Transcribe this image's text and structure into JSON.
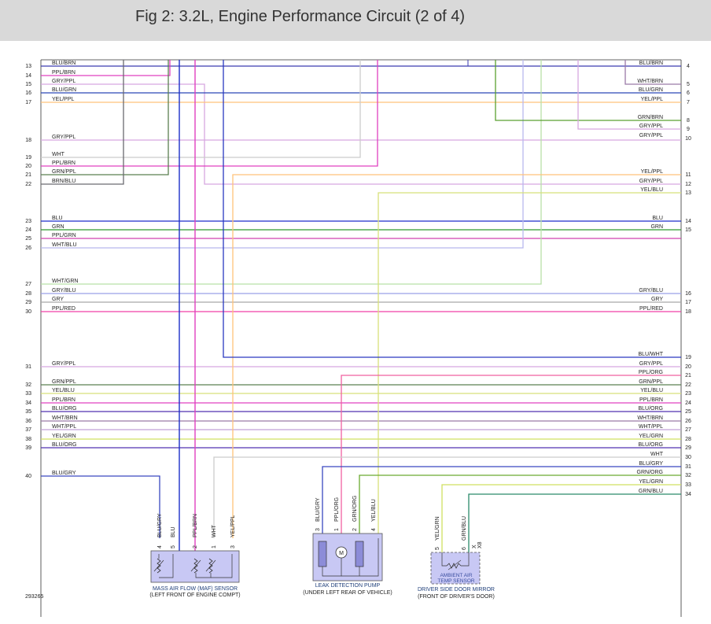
{
  "title": "Fig 2: 3.2L, Engine Performance Circuit (2 of 4)",
  "figure_id": "293265",
  "colors": {
    "BLU": "#1c2fc9",
    "GRN": "#2e9a2e",
    "YEL": "#ffd27a",
    "PPL": "#e845c8",
    "GRY": "#a8a8a8",
    "WHT": "#cccccc",
    "BRN": "#7a6a5a",
    "ORG": "#f4a640",
    "RED": "#e8334a",
    "BLK": "#222222",
    "GRY/PPL": "#d7a8e0",
    "BLU/GRN": "#2a47b8",
    "YEL/PPL": "#ffc27a",
    "PPL/BRN": "#e040c0",
    "GRN/PPL": "#5a8050",
    "BRN/BLU": "#6a6a70",
    "WHT/BLU": "#b8b8ee",
    "PPL/GRN": "#d040b0",
    "WHT/GRN": "#b8e0a8",
    "GRY/BLU": "#9aa0e8",
    "PPL/RED": "#f040a8",
    "BLU/WHT": "#2a38c0",
    "PPL/ORG": "#f060a0",
    "GRN/ORG": "#6aaa30",
    "YEL/BLU": "#d8e07a",
    "BLU/ORG": "#5030b0",
    "WHT/BRN": "#9a7aa8",
    "WHT/PPL": "#c0a0d8",
    "YEL/GRN": "#d0e060",
    "BLU/GRY": "#3a48c0",
    "GRN/BLU": "#2a8a6a",
    "BLU/BRN": "#3a3ab0",
    "GRN/BRN": "#5aa030"
  },
  "left_wires": [
    {
      "num": "13",
      "label": "BLU/BRN"
    },
    {
      "num": "14",
      "label": "PPL/BRN"
    },
    {
      "num": "15",
      "label": "GRY/PPL"
    },
    {
      "num": "16",
      "label": "BLU/GRN"
    },
    {
      "num": "17",
      "label": "YEL/PPL"
    },
    {
      "num": "18",
      "label": "GRY/PPL"
    },
    {
      "num": "19",
      "label": "WHT"
    },
    {
      "num": "20",
      "label": "PPL/BRN"
    },
    {
      "num": "21",
      "label": "GRN/PPL"
    },
    {
      "num": "22",
      "label": "BRN/BLU"
    },
    {
      "num": "23",
      "label": "BLU"
    },
    {
      "num": "24",
      "label": "GRN"
    },
    {
      "num": "25",
      "label": "PPL/GRN"
    },
    {
      "num": "26",
      "label": "WHT/BLU"
    },
    {
      "num": "27",
      "label": "WHT/GRN"
    },
    {
      "num": "28",
      "label": "GRY/BLU"
    },
    {
      "num": "29",
      "label": "GRY"
    },
    {
      "num": "30",
      "label": "PPL/RED"
    },
    {
      "num": "31",
      "label": "GRY/PPL"
    },
    {
      "num": "32",
      "label": "GRN/PPL"
    },
    {
      "num": "33",
      "label": "YEL/BLU"
    },
    {
      "num": "34",
      "label": "PPL/BRN"
    },
    {
      "num": "35",
      "label": "BLU/ORG"
    },
    {
      "num": "36",
      "label": "WHT/BRN"
    },
    {
      "num": "37",
      "label": "WHT/PPL"
    },
    {
      "num": "38",
      "label": "YEL/GRN"
    },
    {
      "num": "39",
      "label": "BLU/ORG"
    },
    {
      "num": "40",
      "label": "BLU/GRY"
    }
  ],
  "right_wires": [
    {
      "num": "4",
      "label": "BLU/BRN"
    },
    {
      "num": "5",
      "label": "WHT/BRN"
    },
    {
      "num": "6",
      "label": "BLU/GRN"
    },
    {
      "num": "7",
      "label": "YEL/PPL"
    },
    {
      "num": "8",
      "label": "GRN/BRN"
    },
    {
      "num": "9",
      "label": "GRY/PPL"
    },
    {
      "num": "10",
      "label": "GRY/PPL"
    },
    {
      "num": "11",
      "label": "YEL/PPL"
    },
    {
      "num": "12",
      "label": "GRY/PPL"
    },
    {
      "num": "13",
      "label": "YEL/BLU"
    },
    {
      "num": "14",
      "label": "BLU"
    },
    {
      "num": "15",
      "label": "GRN"
    },
    {
      "num": "16",
      "label": "GRY/BLU"
    },
    {
      "num": "17",
      "label": "GRY"
    },
    {
      "num": "18",
      "label": "PPL/RED"
    },
    {
      "num": "19",
      "label": "BLU/WHT"
    },
    {
      "num": "20",
      "label": "GRY/PPL"
    },
    {
      "num": "21",
      "label": "PPL/ORG"
    },
    {
      "num": "22",
      "label": "GRN/PPL"
    },
    {
      "num": "23",
      "label": "YEL/BLU"
    },
    {
      "num": "24",
      "label": "PPL/BRN"
    },
    {
      "num": "25",
      "label": "BLU/ORG"
    },
    {
      "num": "26",
      "label": "WHT/BRN"
    },
    {
      "num": "27",
      "label": "WHT/PPL"
    },
    {
      "num": "28",
      "label": "YEL/GRN"
    },
    {
      "num": "29",
      "label": "BLU/ORG"
    },
    {
      "num": "30",
      "label": "WHT"
    },
    {
      "num": "31",
      "label": "BLU/GRY"
    },
    {
      "num": "32",
      "label": "GRN/ORG"
    },
    {
      "num": "33",
      "label": "YEL/GRN"
    },
    {
      "num": "34",
      "label": "GRN/BLU"
    }
  ],
  "components": {
    "maf": {
      "name": "MASS AIR FLOW (MAF) SENSOR",
      "location": "(LEFT FRONT OF ENGINE COMPT)",
      "pins": [
        {
          "num": "4",
          "label": "BLU/GRY"
        },
        {
          "num": "5",
          "label": "BLU"
        },
        {
          "num": "2",
          "label": "PPL/BRN"
        },
        {
          "num": "1",
          "label": "WHT"
        },
        {
          "num": "3",
          "label": "YEL/PPL"
        }
      ]
    },
    "ldp": {
      "name": "LEAK DETECTION PUMP",
      "location": "(UNDER LEFT REAR OF VEHICLE)",
      "motor_symbol": "M",
      "pins": [
        {
          "num": "3",
          "label": "BLU/GRY"
        },
        {
          "num": "1",
          "label": "PPL/ORG"
        },
        {
          "num": "2",
          "label": "GRN/ORG"
        },
        {
          "num": "4",
          "label": "YEL/BLU"
        }
      ]
    },
    "mirror": {
      "name": "DRIVER SIDE DOOR MIRROR",
      "location": "(FRONT OF DRIVER'S DOOR)",
      "sensor_label_1": "AMBIENT AIR",
      "sensor_label_2": "TEMP SENSOR",
      "pins": [
        {
          "num": "5",
          "label": "YEL/GRN"
        },
        {
          "num": "6",
          "label": "GRN/BLU"
        }
      ],
      "extra_labels": [
        "X",
        "X8"
      ]
    }
  }
}
